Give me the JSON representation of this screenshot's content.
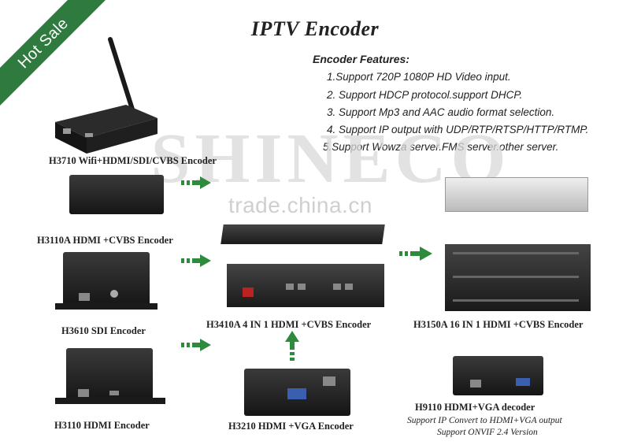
{
  "ribbon": "Hot Sale",
  "title": "IPTV Encoder",
  "features": {
    "heading": "Encoder Features:",
    "items": [
      "1.Support 720P 1080P HD Video input.",
      "2. Support HDCP protocol.support DHCP.",
      "3. Support Mp3 and AAC audio format selection.",
      "4. Support IP output with UDP/RTP/RTSP/HTTP/RTMP.",
      "5.Support Wowza server.FMS server.other server."
    ]
  },
  "watermarks": {
    "brand": "SHINECO",
    "site": "trade.china.cn"
  },
  "products": {
    "h3710": "H3710 Wifi+HDMI/SDI/CVBS Encoder",
    "h3110a": "H3110A HDMI +CVBS Encoder",
    "h3610": "H3610 SDI Encoder",
    "h3110": "H3110 HDMI Encoder",
    "h3410a": "H3410A 4 IN 1 HDMI +CVBS Encoder",
    "h3210": "H3210 HDMI +VGA Encoder",
    "h3150a": "H3150A 16 IN 1 HDMI +CVBS Encoder",
    "h9110": "H9110 HDMI+VGA decoder",
    "h9110_sub1": "Support IP Convert to HDMI+VGA output",
    "h9110_sub2": "Support ONVIF 2.4 Version"
  },
  "colors": {
    "ribbon": "#2f7a3e",
    "arrow": "#2e8b3e",
    "text": "#222222"
  }
}
